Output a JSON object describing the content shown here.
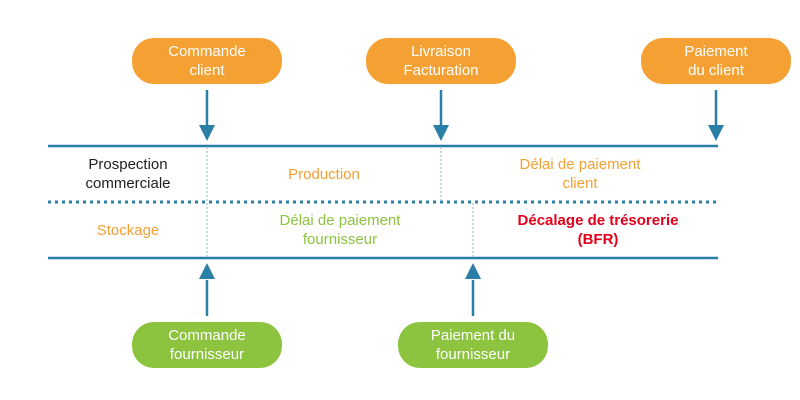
{
  "colors": {
    "line": "#2a7fa7",
    "orange": "#f5a033",
    "green": "#8cc43f",
    "red": "#e3001b",
    "dark": "#1f1f1f",
    "light_divider": "#b5c9d4"
  },
  "top_events": {
    "commande_client": "Commande\nclient",
    "livraison": "Livraison\nFacturation",
    "paiement_client": "Paiement\ndu client"
  },
  "bottom_events": {
    "commande_fournisseur": "Commande\nfournisseur",
    "paiement_fournisseur": "Paiement du\nfournisseur"
  },
  "upper_row": {
    "prospection": "Prospection\ncommerciale",
    "production": "Production",
    "delai_client": "Délai de paiement\nclient"
  },
  "lower_row": {
    "stockage": "Stockage",
    "delai_fournisseur": "Délai de paiement\nfournisseur",
    "decalage": "Décalage de trésorerie\n(BFR)"
  }
}
